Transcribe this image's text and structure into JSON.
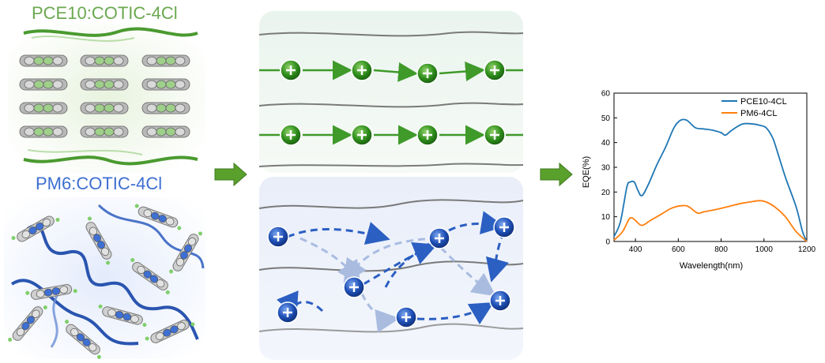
{
  "labels": {
    "top_material": "PCE10:COTIC-4Cl",
    "bottom_material": "PM6:COTIC-4Cl"
  },
  "colors": {
    "green": "#3f9a2a",
    "blue": "#1f4fb5",
    "arrow": "#5aa02c",
    "pce10": "#1f77b4",
    "pm6": "#ff7f0e"
  },
  "chart_data": {
    "type": "line",
    "xlabel": "Wavelength(nm)",
    "ylabel": "EQE(%)",
    "xlim": [
      300,
      1200
    ],
    "ylim": [
      0,
      60
    ],
    "xticks": [
      400,
      600,
      800,
      1000,
      1200
    ],
    "yticks": [
      0,
      10,
      20,
      30,
      40,
      50,
      60
    ],
    "legend_position": "top-right",
    "series": [
      {
        "name": "PCE10-4CL",
        "color": "#1f77b4",
        "x": [
          300,
          330,
          360,
          375,
          395,
          410,
          430,
          460,
          500,
          540,
          580,
          610,
          640,
          680,
          720,
          760,
          800,
          820,
          850,
          900,
          950,
          980,
          1010,
          1040,
          1060,
          1100,
          1150,
          1180,
          1200
        ],
        "y": [
          2,
          8,
          22,
          24,
          24,
          21,
          18.5,
          23,
          31,
          38,
          46,
          49,
          49,
          46,
          45.5,
          45,
          44,
          43,
          45,
          47.5,
          47.5,
          47,
          46,
          42,
          37,
          26,
          14,
          4,
          0
        ]
      },
      {
        "name": "PM6-4CL",
        "color": "#ff7f0e",
        "x": [
          300,
          340,
          370,
          385,
          400,
          430,
          470,
          520,
          570,
          620,
          650,
          690,
          720,
          780,
          850,
          900,
          950,
          980,
          1010,
          1050,
          1100,
          1150,
          1200
        ],
        "y": [
          0.5,
          4,
          9,
          9.5,
          8.5,
          6.5,
          8.5,
          11,
          13.5,
          14.5,
          14,
          11.5,
          12,
          13,
          14.5,
          15.5,
          16.2,
          16.5,
          16,
          14,
          10,
          4,
          0
        ]
      }
    ]
  }
}
